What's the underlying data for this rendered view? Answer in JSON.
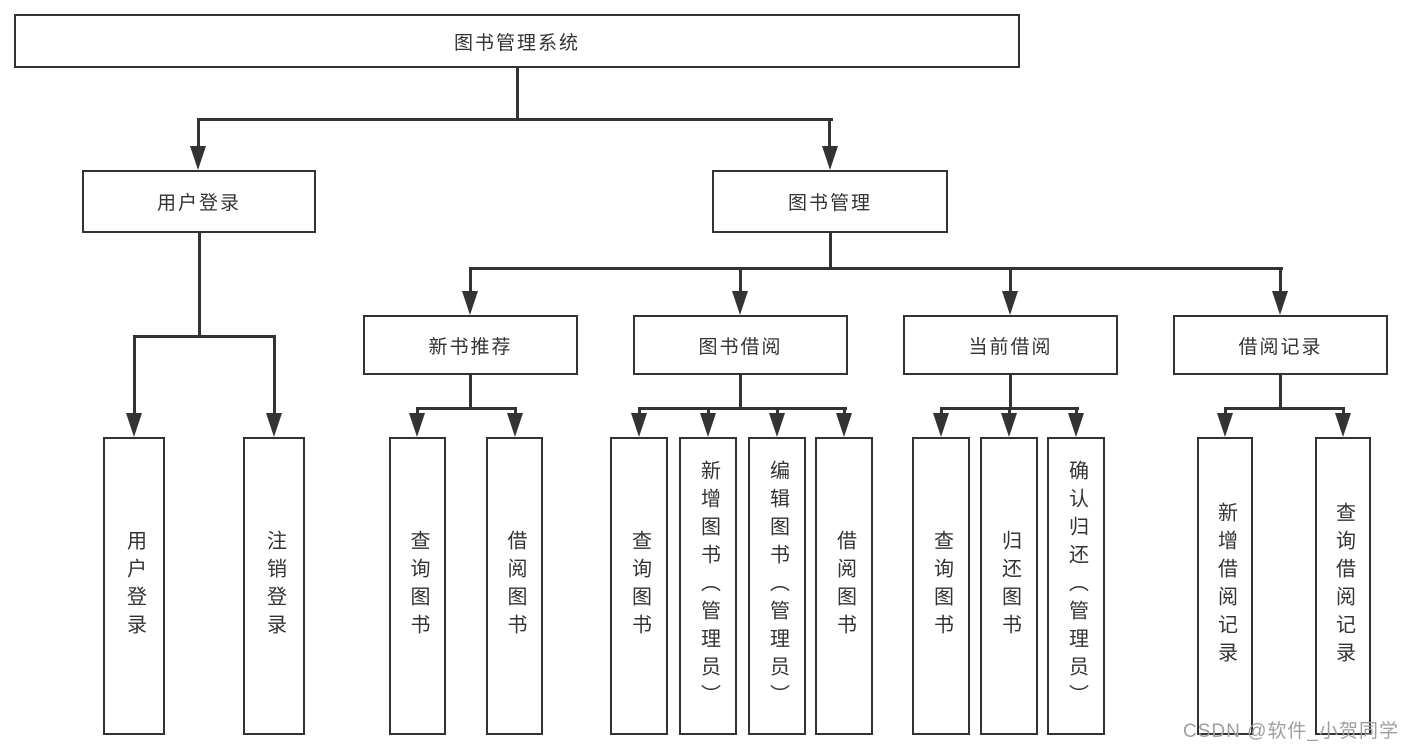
{
  "diagram": {
    "root": "图书管理系统",
    "level2": {
      "user_login": "用户登录",
      "book_management": "图书管理"
    },
    "level3": {
      "new_book_recommend": "新书推荐",
      "book_borrowing": "图书借阅",
      "current_borrowing": "当前借阅",
      "borrowing_records": "借阅记录"
    },
    "leaves": {
      "user_login": [
        "用户登录",
        "注销登录"
      ],
      "new_book_recommend": [
        "查询图书",
        "借阅图书"
      ],
      "book_borrowing": [
        "查询图书",
        "新增图书（管理员）",
        "编辑图书（管理员）",
        "借阅图书"
      ],
      "current_borrowing": [
        "查询图书",
        "归还图书",
        "确认归还（管理员）"
      ],
      "borrowing_records": [
        "新增借阅记录",
        "查询借阅记录"
      ]
    }
  },
  "watermark": "CSDN @软件_小贺同学",
  "colors": {
    "line": "#333333",
    "text": "#333333",
    "box_background": "#ffffff",
    "watermark": "#9e9e9e"
  }
}
